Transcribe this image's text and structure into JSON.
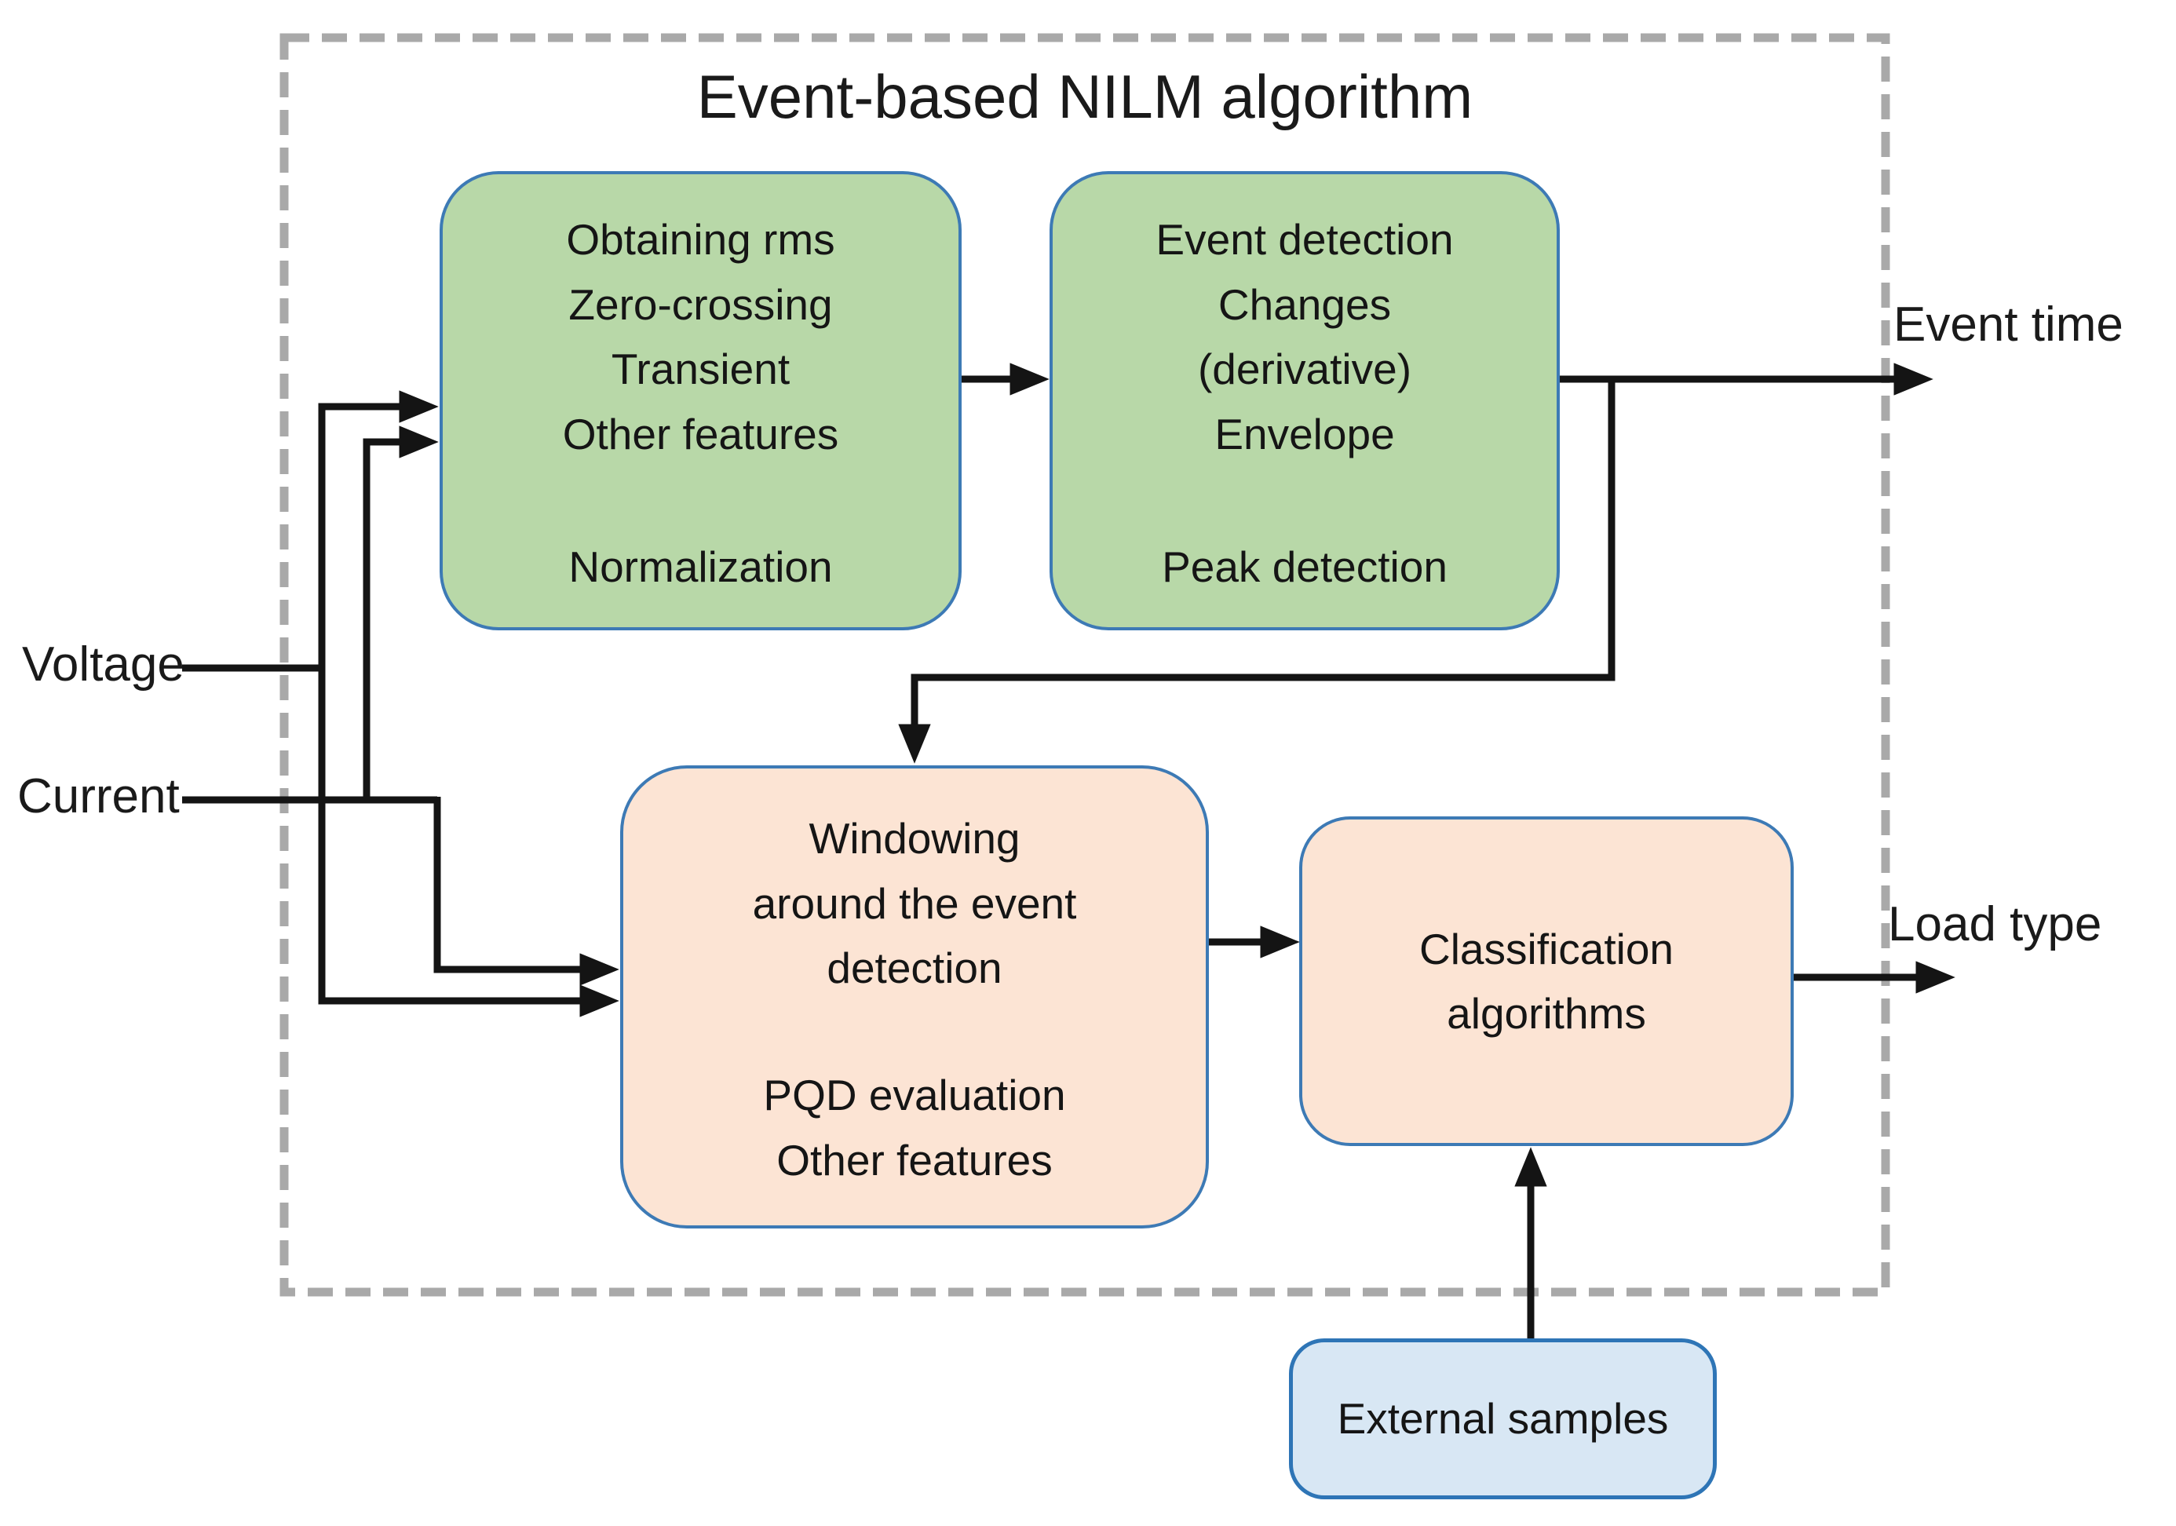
{
  "diagram": {
    "title": "Event-based NILM algorithm",
    "inputs": {
      "voltage": "Voltage",
      "current": "Current"
    },
    "outputs": {
      "event_time": "Event time",
      "load_type": "Load type"
    },
    "boxes": {
      "feature_extraction": {
        "top_lines": [
          "Obtaining rms",
          "Zero-crossing",
          "Transient",
          "Other features"
        ],
        "bottom_lines": [
          "Normalization"
        ]
      },
      "event_detection": {
        "top_lines": [
          "Event detection",
          "Changes",
          "(derivative)",
          "Envelope"
        ],
        "bottom_lines": [
          "Peak detection"
        ]
      },
      "windowing": {
        "top_lines": [
          "Windowing",
          "around the event",
          "detection"
        ],
        "bottom_lines": [
          "PQD evaluation",
          "Other features"
        ]
      },
      "classification": {
        "lines": [
          "Classification",
          "algorithms"
        ]
      },
      "external_samples": {
        "lines": [
          "External samples"
        ]
      }
    },
    "colors": {
      "green_box_fill": "#b8d8a8",
      "peach_box_fill": "#fce4d4",
      "blue_box_fill": "#d8e7f4",
      "box_border": "#3d7ab5",
      "dashed_boundary": "#a9a9a9",
      "arrow": "#141414",
      "text": "#151515"
    }
  }
}
